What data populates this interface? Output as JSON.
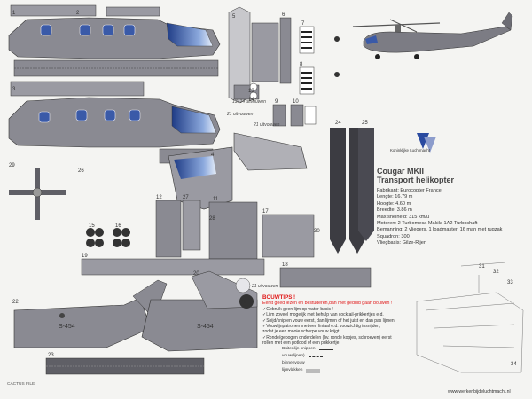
{
  "model": {
    "title": "Cougar MKII",
    "subtitle": "Transport helikopter",
    "specs": [
      "Fabrikant: Eurocopter France",
      "Lengte: 16.79 m",
      "Hoogte: 4.60 m",
      "Breedte: 3.86 m",
      "Max snelheid: 315 km/u",
      "Motoren: 2 Turbomeca Makila 1A2 Turboshaft",
      "Bemanning: 2 vliegers, 1 loadmaster, 16 man met rugzak",
      "Squadron: 300",
      "Vliegbasis: Gilze-Rijen"
    ]
  },
  "organization_label": "Koninklijke Luchtmacht",
  "tips": {
    "heading": "BOUWTIPS !",
    "subheading": "Eerst goed lezen en bestuderen,dan met geduld gaan bouwen !",
    "items": [
      "✓Gebruik geen lijm op water-basis !",
      "✓Lijm zoveel mogelijk met behulp van cocktail-prikkertjes e.d.",
      "✓Snijd/knip en vouw eerst, dan lijmen of het juist en dan pas lijmen",
      "✓Vouwlijnpatronen met een liniaal e.d. voorzichtig insnijden,",
      "  zodat je een mooie scherpe vouw krijgt.",
      "✓Ronde/gebogen onderdelen (bv. ronde kopjes, schroeven) eerst",
      "  rollen met een potlood of een prikkertje."
    ]
  },
  "legend": {
    "cut": "Buitenlijn knippen",
    "fold_out": "vouw(lijnen)",
    "fold_in": "binnenvouw",
    "glue": "lijmvlakken"
  },
  "annotations": {
    "unfold_1314": "13+14 uitvouwen",
    "unfold_21a": "21 uitvouwen",
    "unfold_21b": "21 uitvouwen",
    "unfold_21c": "21 uitvouwen"
  },
  "part_numbers": [
    "1",
    "2",
    "3",
    "4",
    "5",
    "6",
    "7",
    "8",
    "9",
    "10",
    "11",
    "12",
    "13",
    "14",
    "15",
    "16",
    "17",
    "18",
    "19",
    "20",
    "21",
    "22",
    "23",
    "24",
    "25",
    "26",
    "27",
    "28",
    "29",
    "30",
    "31",
    "32",
    "33",
    "34"
  ],
  "fuselage_code": "S-454",
  "website": "www.werkenbijdeluchtmacht.nl",
  "brand_label": "CACTUS FILE",
  "colors": {
    "paper": "#f4f4f2",
    "fuselage": "#8a8a92",
    "fuselage_dark": "#5f5f66",
    "window": "#3a5aa8",
    "glass": "#cfe0f5",
    "tips_red": "#e01818"
  }
}
